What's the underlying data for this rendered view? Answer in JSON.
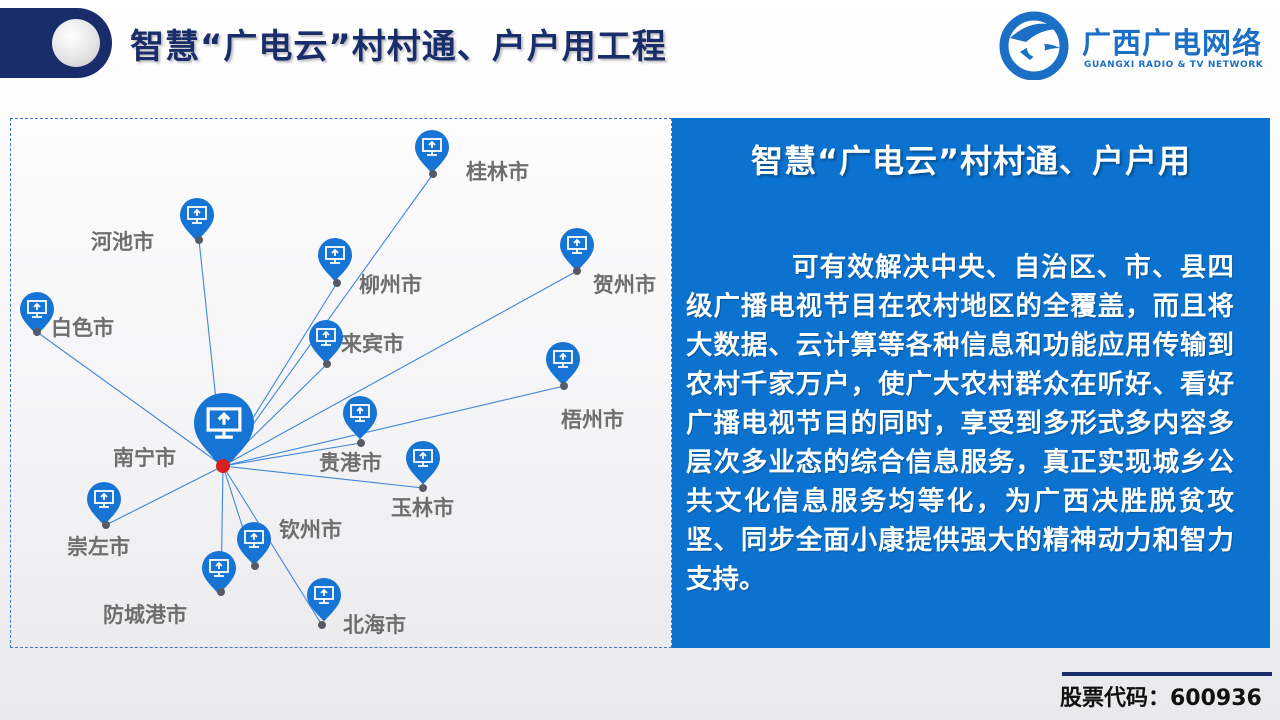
{
  "header": {
    "title": "智慧“广电云”村村通、户户用工程"
  },
  "logo": {
    "name_cn": "广西广电网络",
    "name_en": "GUANGXI RADIO & TV NETWORK"
  },
  "map": {
    "hub": {
      "label": "南宁市"
    },
    "cities": [
      {
        "label": "桂林市"
      },
      {
        "label": "河池市"
      },
      {
        "label": "柳州市"
      },
      {
        "label": "贺州市"
      },
      {
        "label": "白色市"
      },
      {
        "label": "来宾市"
      },
      {
        "label": "梧州市"
      },
      {
        "label": "贵港市"
      },
      {
        "label": "玉林市"
      },
      {
        "label": "崇左市"
      },
      {
        "label": "钦州市"
      },
      {
        "label": "防城港市"
      },
      {
        "label": "北海市"
      }
    ],
    "colors": {
      "pin": "#1574d4",
      "line": "#3f86d6",
      "hub_dot": "#d61f1f",
      "label": "#6e6e6e"
    }
  },
  "info": {
    "title": "智慧“广电云”村村通、户户用",
    "body": "可有效解决中央、自治区、市、县四级广播电视节目在农村地区的全覆盖，而且将大数据、云计算等各种信息和功能应用传输到农村千家万户，使广大农村群众在听好、看好广播电视节目的同时，享受到多形式多内容多层次多业态的综合信息服务，真正实现城乡公共文化信息服务均等化，为广西决胜脱贫攻坚、同步全面小康提供强大的精神动力和智力支持。",
    "bg_color": "#0b72cf"
  },
  "footer": {
    "stock_code": "股票代码：600936"
  }
}
